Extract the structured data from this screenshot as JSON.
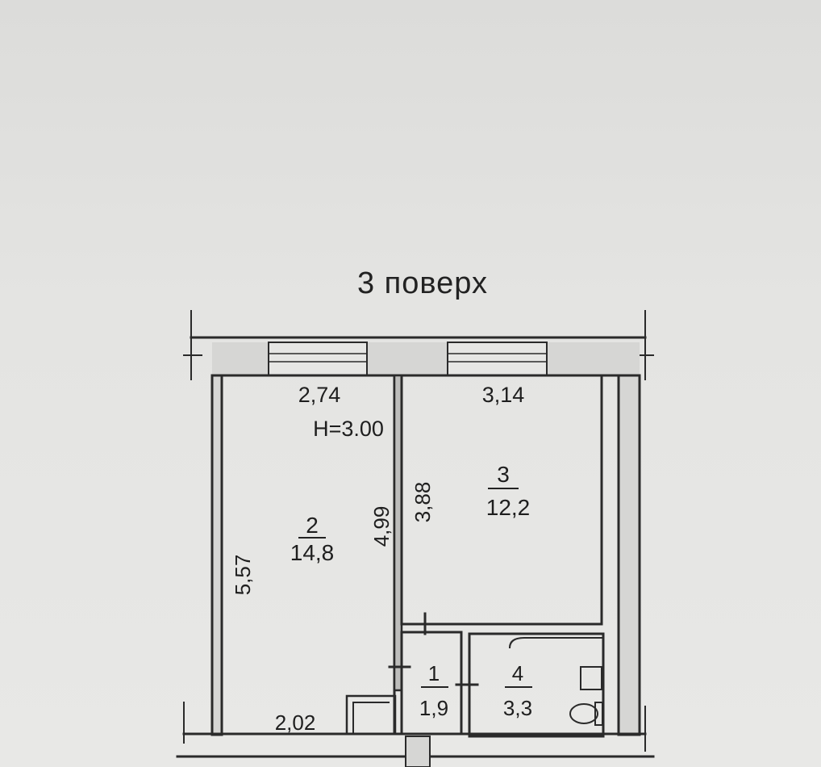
{
  "floor_title": "3 поверх",
  "ceiling_height": "H=3.00",
  "rooms": [
    {
      "number": "1",
      "area": "1,9"
    },
    {
      "number": "2",
      "area": "14,8"
    },
    {
      "number": "3",
      "area": "12,2"
    },
    {
      "number": "4",
      "area": "3,3"
    }
  ],
  "dimensions": {
    "room2_width": "2,74",
    "room3_width": "3,14",
    "room2_left_depth": "5,57",
    "room2_right_depth": "4,99",
    "room3_depth": "3,88",
    "room2_bottom_width": "2,02"
  }
}
